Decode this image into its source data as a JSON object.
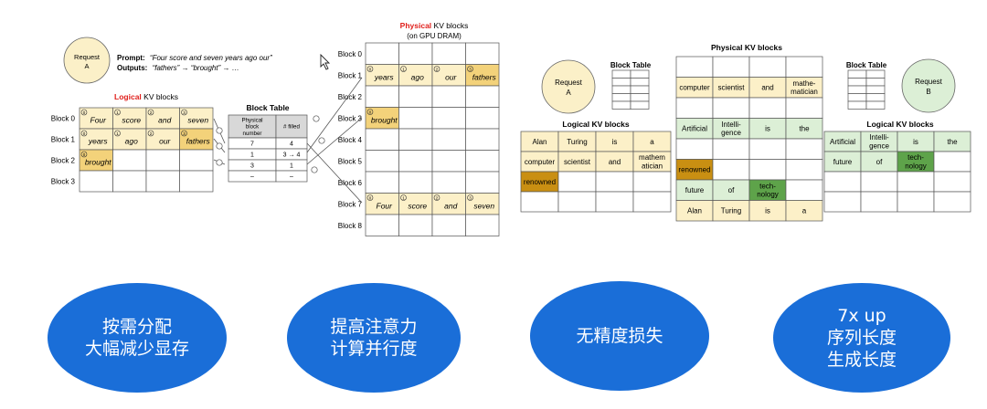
{
  "panel1": {
    "request_label": [
      "Request",
      "A"
    ],
    "prompt_label": "Prompt:",
    "prompt_text": "“Four score and seven years ago our”",
    "outputs_label": "Outputs:",
    "outputs_text": "“fathers” → “brought” → …",
    "logical_title_red": "Logical",
    "logical_title_rest": " KV blocks",
    "logical_rows": [
      {
        "label": "Block 0",
        "cells": [
          {
            "n": "0",
            "w": "Four"
          },
          {
            "n": "1",
            "w": "score"
          },
          {
            "n": "2",
            "w": "and"
          },
          {
            "n": "3",
            "w": "seven"
          }
        ]
      },
      {
        "label": "Block 1",
        "cells": [
          {
            "n": "0",
            "w": "years"
          },
          {
            "n": "1",
            "w": "ago"
          },
          {
            "n": "2",
            "w": "our"
          },
          {
            "n": "3",
            "w": "fathers"
          }
        ]
      },
      {
        "label": "Block 2",
        "cells": [
          {
            "n": "0",
            "w": "brought"
          },
          {
            "n": "",
            "w": ""
          },
          {
            "n": "",
            "w": ""
          },
          {
            "n": "",
            "w": ""
          }
        ]
      },
      {
        "label": "Block 3",
        "cells": [
          {
            "n": "",
            "w": ""
          },
          {
            "n": "",
            "w": ""
          },
          {
            "n": "",
            "w": ""
          },
          {
            "n": "",
            "w": ""
          }
        ]
      }
    ],
    "block_table_title": "Block Table",
    "block_table_headers": [
      "Physical block number",
      "# filled"
    ],
    "block_table_rows": [
      {
        "num": "7",
        "filled": "4"
      },
      {
        "num": "1",
        "filled": "3 → 4"
      },
      {
        "num": "3",
        "filled": "1"
      },
      {
        "num": "–",
        "filled": "–"
      }
    ],
    "physical_title_red": "Physical",
    "physical_title_rest": " KV blocks",
    "physical_subtitle": "(on GPU DRAM)",
    "physical_rows": [
      {
        "label": "Block 0",
        "cells": []
      },
      {
        "label": "Block 1",
        "cells": [
          {
            "n": "0",
            "w": "years"
          },
          {
            "n": "1",
            "w": "ago"
          },
          {
            "n": "2",
            "w": "our"
          },
          {
            "n": "3",
            "w": "fathers"
          }
        ]
      },
      {
        "label": "Block 2",
        "cells": []
      },
      {
        "label": "Block 3",
        "cells": [
          {
            "n": "0",
            "w": "brought"
          }
        ]
      },
      {
        "label": "Block 4",
        "cells": []
      },
      {
        "label": "Block 5",
        "cells": []
      },
      {
        "label": "Block 6",
        "cells": []
      },
      {
        "label": "Block 7",
        "cells": [
          {
            "n": "0",
            "w": "Four"
          },
          {
            "n": "1",
            "w": "score"
          },
          {
            "n": "2",
            "w": "and"
          },
          {
            "n": "3",
            "w": "seven"
          }
        ]
      },
      {
        "label": "Block 8",
        "cells": []
      }
    ]
  },
  "panel2": {
    "request_a": [
      "Request",
      "A"
    ],
    "request_b": [
      "Request",
      "B"
    ],
    "block_table_a": "Block Table",
    "block_table_b": "Block Table",
    "logical_a_title": "Logical KV blocks",
    "logical_b_title": "Logical KV blocks",
    "physical_title": "Physical KV blocks",
    "logical_a_rows": [
      [
        "Alan",
        "Turing",
        "is",
        "a"
      ],
      [
        "computer",
        "scientist",
        "and",
        "mathem atician"
      ],
      [
        "renowned",
        "",
        "",
        ""
      ],
      [
        "",
        "",
        "",
        ""
      ]
    ],
    "logical_b_rows": [
      [
        "Artificial",
        "Intelli- gence",
        "is",
        "the"
      ],
      [
        "future",
        "of",
        "tech- nology",
        ""
      ],
      [
        "",
        "",
        "",
        ""
      ],
      [
        "",
        "",
        "",
        ""
      ]
    ],
    "physical_rows": [
      [
        "",
        "",
        "",
        ""
      ],
      [
        "computer",
        "scientist",
        "and",
        "mathe- matician"
      ],
      [
        "",
        "",
        "",
        ""
      ],
      [
        "Artificial",
        "Intelli- gence",
        "is",
        "the"
      ],
      [
        "",
        "",
        "",
        ""
      ],
      [
        "renowned",
        "",
        "",
        ""
      ],
      [
        "future",
        "of",
        "tech- nology",
        ""
      ],
      [
        "Alan",
        "Turing",
        "is",
        "a"
      ]
    ]
  },
  "bubbles": [
    [
      "按需分配",
      "大幅减少显存"
    ],
    [
      "提高注意力",
      "计算并行度"
    ],
    [
      "无精度损失"
    ],
    [
      "7x up",
      "序列长度",
      "生成长度"
    ]
  ],
  "colors": {
    "bubble": "#1a6ed8",
    "yellow_fill": "#fcf0c8",
    "yellow_dark": "#f3d27a",
    "request_fill": "#fbf0c8",
    "green_fill": "#dcefd6",
    "green_dark": "#5ea34a",
    "brown_fill": "#c98f12",
    "title_red": "#e0201c"
  }
}
